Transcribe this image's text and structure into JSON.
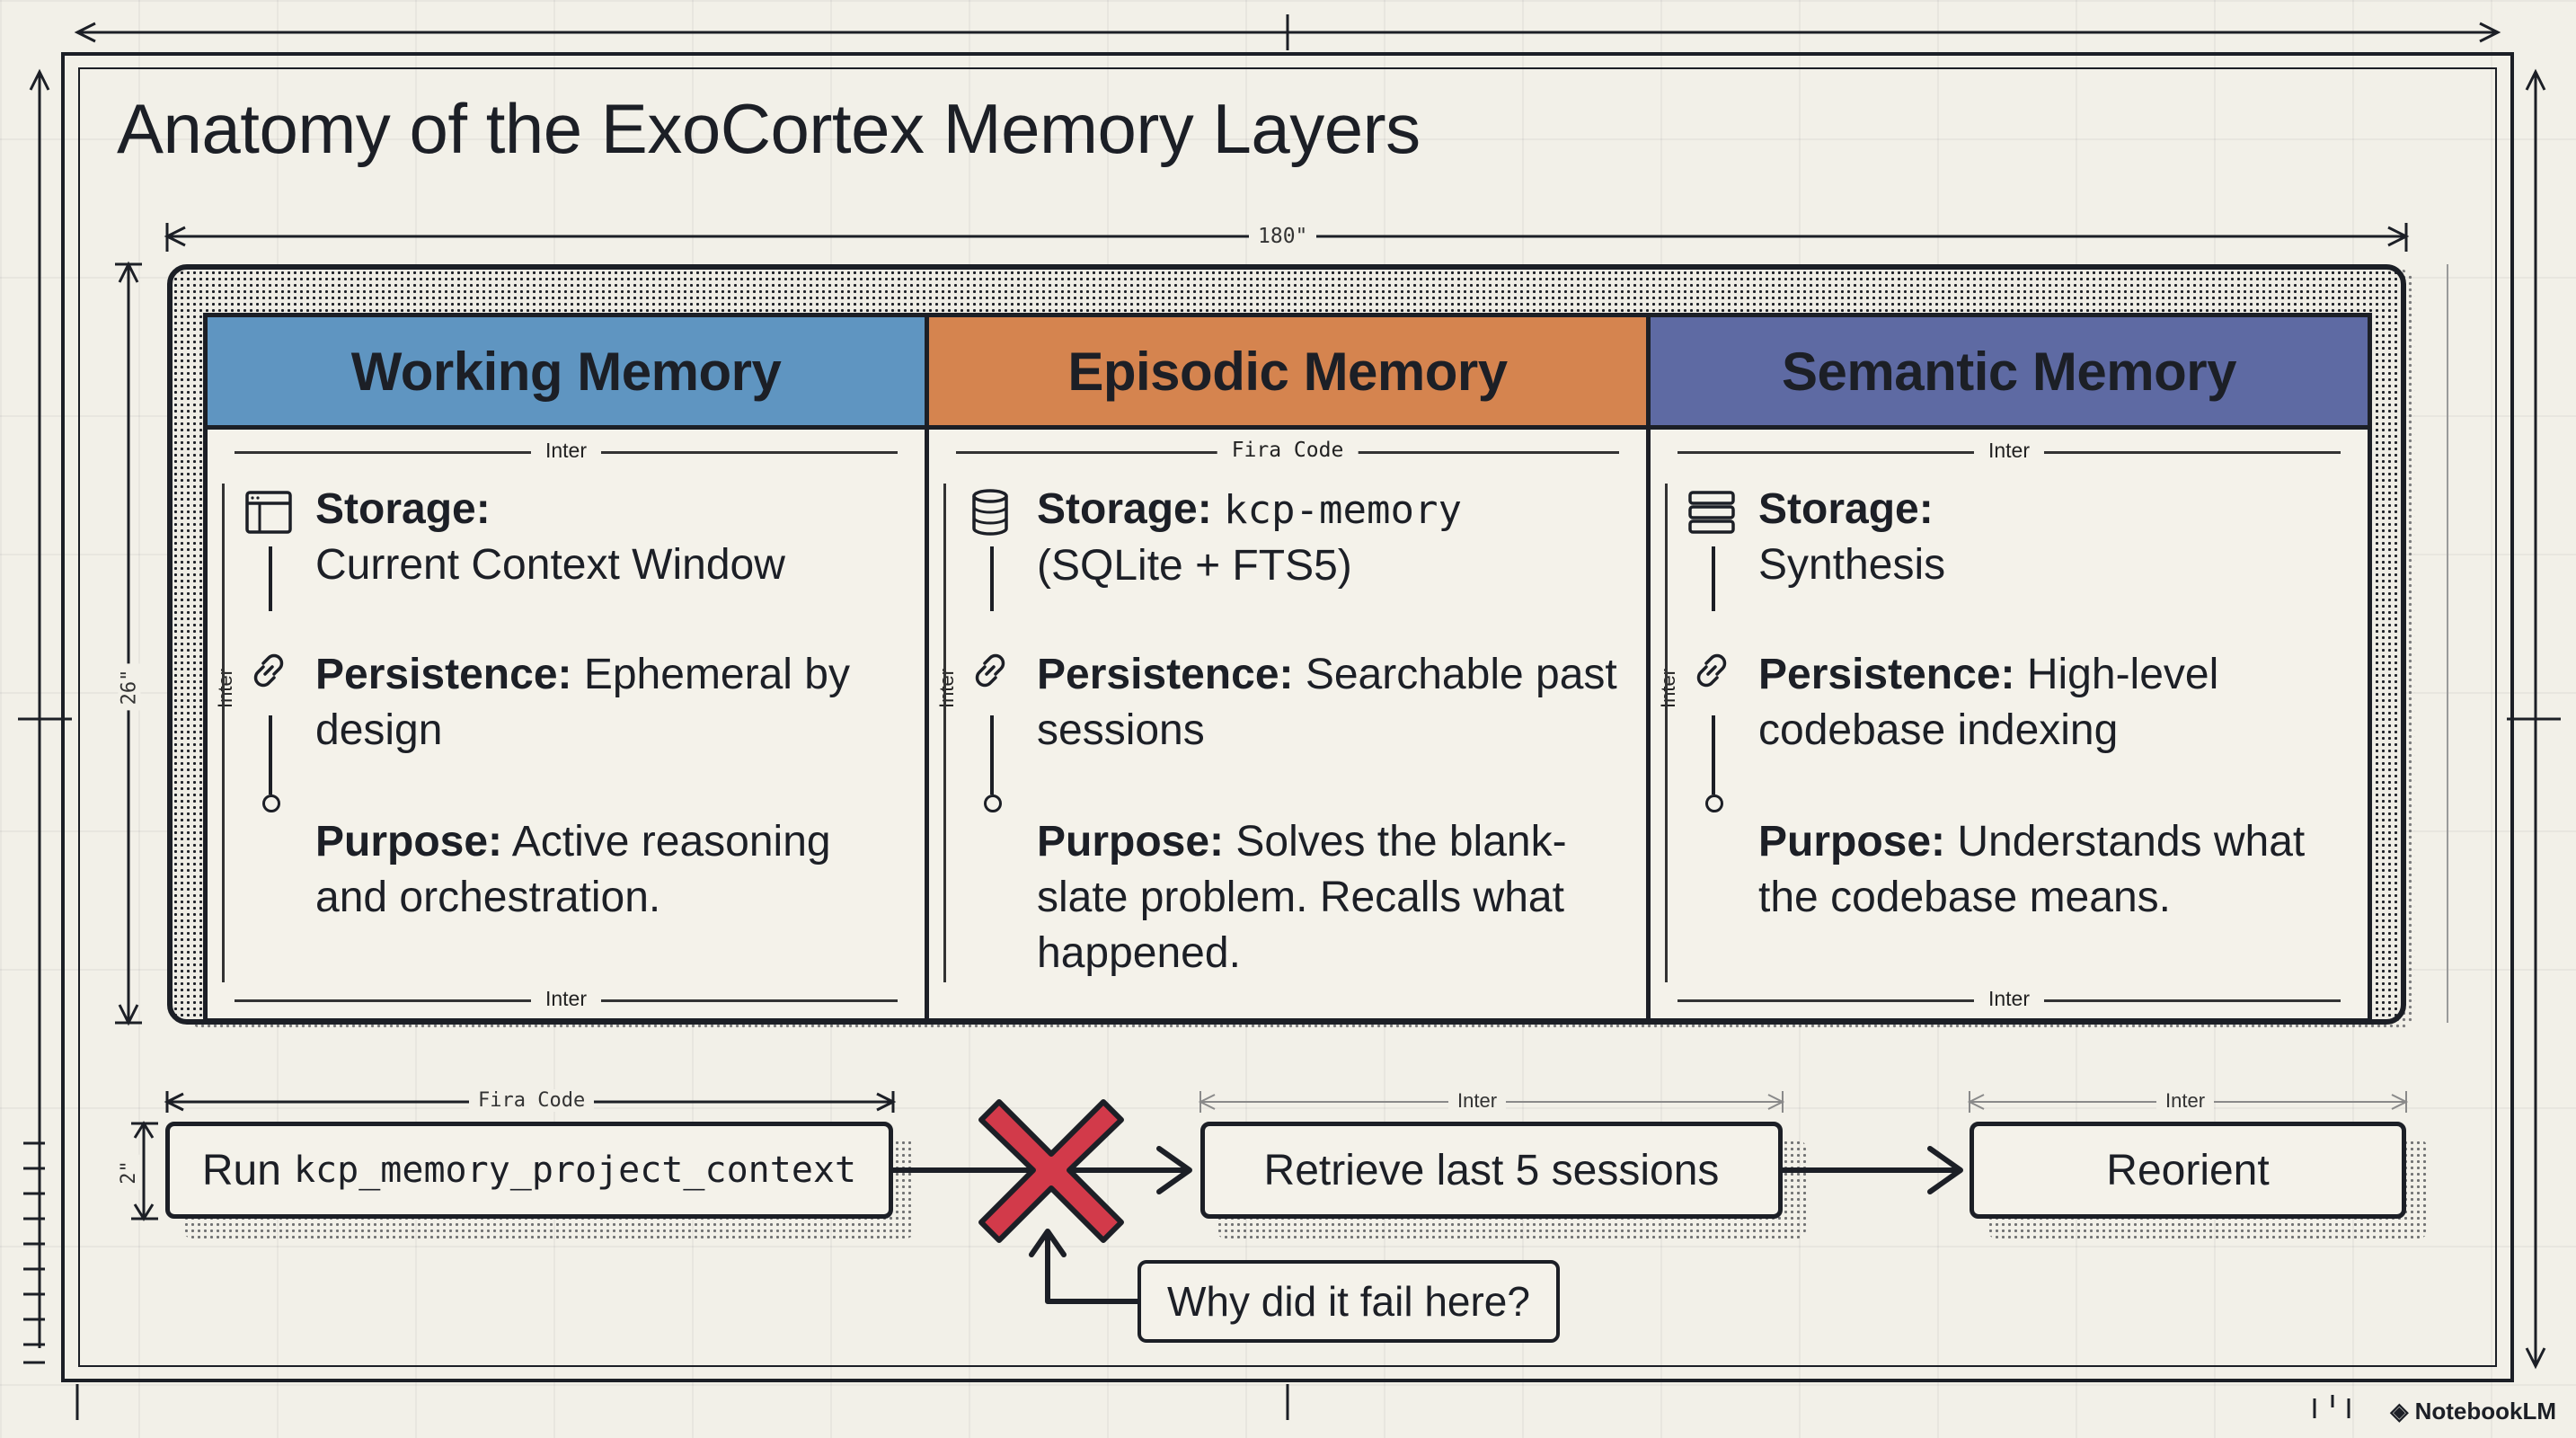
{
  "title": "Anatomy of the ExoCortex Memory Layers",
  "dimensions": {
    "width_label": "180\"",
    "height_label": "26\"",
    "flow_height_label": "2\""
  },
  "columns": [
    {
      "header": "Working Memory",
      "color": "#5f95c1",
      "top_dim": "Inter",
      "side_dim": "Inter",
      "bottom_dim": "Inter",
      "storage_label": "Storage:",
      "storage_value": "Current Context Window",
      "persistence_label": "Persistence:",
      "persistence_value": "Ephemeral by design",
      "purpose_label": "Purpose:",
      "purpose_value": "Active reasoning and orchestration.",
      "icon": "window-icon"
    },
    {
      "header": "Episodic Memory",
      "color": "#d5844f",
      "top_dim": "Fira Code",
      "side_dim": "Inter",
      "bottom_dim": "",
      "storage_label": "Storage:",
      "storage_value_mono": "kcp-memory",
      "storage_value": "(SQLite + FTS5)",
      "persistence_label": "Persistence:",
      "persistence_value": "Searchable past sessions",
      "purpose_label": "Purpose:",
      "purpose_value": "Solves the blank-slate problem. Recalls what happened.",
      "icon": "database-icon"
    },
    {
      "header": "Semantic Memory",
      "color": "#5e6aa3",
      "top_dim": "Inter",
      "side_dim": "Inter",
      "bottom_dim": "Inter",
      "storage_label": "Storage:",
      "storage_value": "Synthesis",
      "persistence_label": "Persistence:",
      "persistence_value": "High-level codebase indexing",
      "purpose_label": "Purpose:",
      "purpose_value": "Understands what the codebase means.",
      "icon": "server-stack-icon"
    }
  ],
  "flow": {
    "step1_prefix": "Run",
    "step1_code": "kcp_memory_project_context",
    "step1_dim": "Fira Code",
    "step2": "Retrieve last 5 sessions",
    "step2_dim": "Inter",
    "step3": "Reorient",
    "step3_dim": "Inter",
    "failure_note": "Why did it fail here?",
    "failure_color": "#d23a4a"
  },
  "brand": "NotebookLM"
}
